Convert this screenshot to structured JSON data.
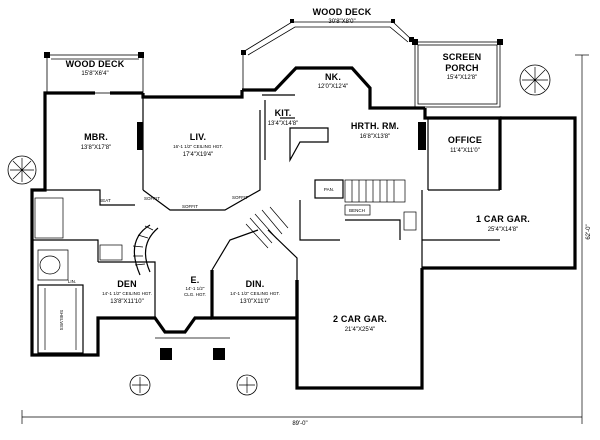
{
  "rooms": {
    "wood_deck_top": {
      "name": "WOOD DECK",
      "dim": "30'8\"X8'0\""
    },
    "wood_deck_left": {
      "name": "WOOD DECK",
      "dim": "15'8\"X6'4\""
    },
    "screen_porch": {
      "name_1": "SCREEN",
      "name_2": "PORCH",
      "dim": "15'4\"X12'8\""
    },
    "nook": {
      "name": "NK.",
      "dim": "12'0\"X12'4\""
    },
    "kitchen": {
      "name": "KIT.",
      "dim": "13'4\"X14'8\""
    },
    "mbr": {
      "name": "MBR.",
      "dim": "13'8\"X17'8\""
    },
    "living": {
      "name": "LIV.",
      "note": "16'-1 1/2\" CEILING HGT.",
      "dim": "17'4\"X19'4\""
    },
    "hearth": {
      "name": "HRTH. RM.",
      "dim": "16'8\"X13'8\""
    },
    "office": {
      "name": "OFFICE",
      "dim": "11'4\"X11'0\""
    },
    "garage_1": {
      "name": "1 CAR GAR.",
      "dim": "25'4\"X14'8\""
    },
    "garage_2": {
      "name": "2 CAR GAR.",
      "dim": "21'4\"X25'4\""
    },
    "den": {
      "name": "DEN",
      "note": "14'-1 1/2\" CEILING HGT.",
      "dim": "13'8\"X11'10\""
    },
    "entry": {
      "name": "E.",
      "note_1": "14'-1 1/2\"",
      "note_2": "CLG. HGT."
    },
    "dining": {
      "name": "DIN.",
      "note": "14'-1 1/2\" CEILING HGT.",
      "dim": "13'0\"X11'0\""
    }
  },
  "small_labels": {
    "pantry": "PAN.",
    "bench": "BENCH",
    "seat": "SEAT",
    "soffit_1": "SOFFIT",
    "soffit_2": "SOFFIT",
    "soffit_3": "SOFFIT",
    "shelves": "SHELVES",
    "lin": "LIN."
  },
  "dimensions": {
    "overall_width": "89'-0\"",
    "overall_depth": "62'-0\""
  }
}
